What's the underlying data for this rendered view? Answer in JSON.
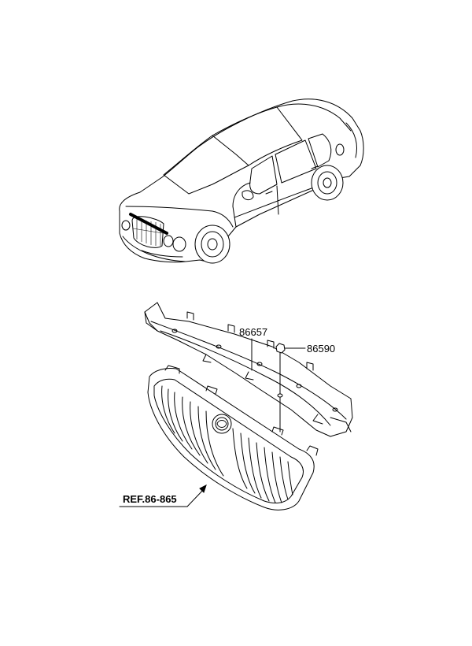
{
  "parts": [
    {
      "number": "86657"
    },
    {
      "number": "86590"
    }
  ],
  "reference": {
    "label": "REF.86-865"
  }
}
